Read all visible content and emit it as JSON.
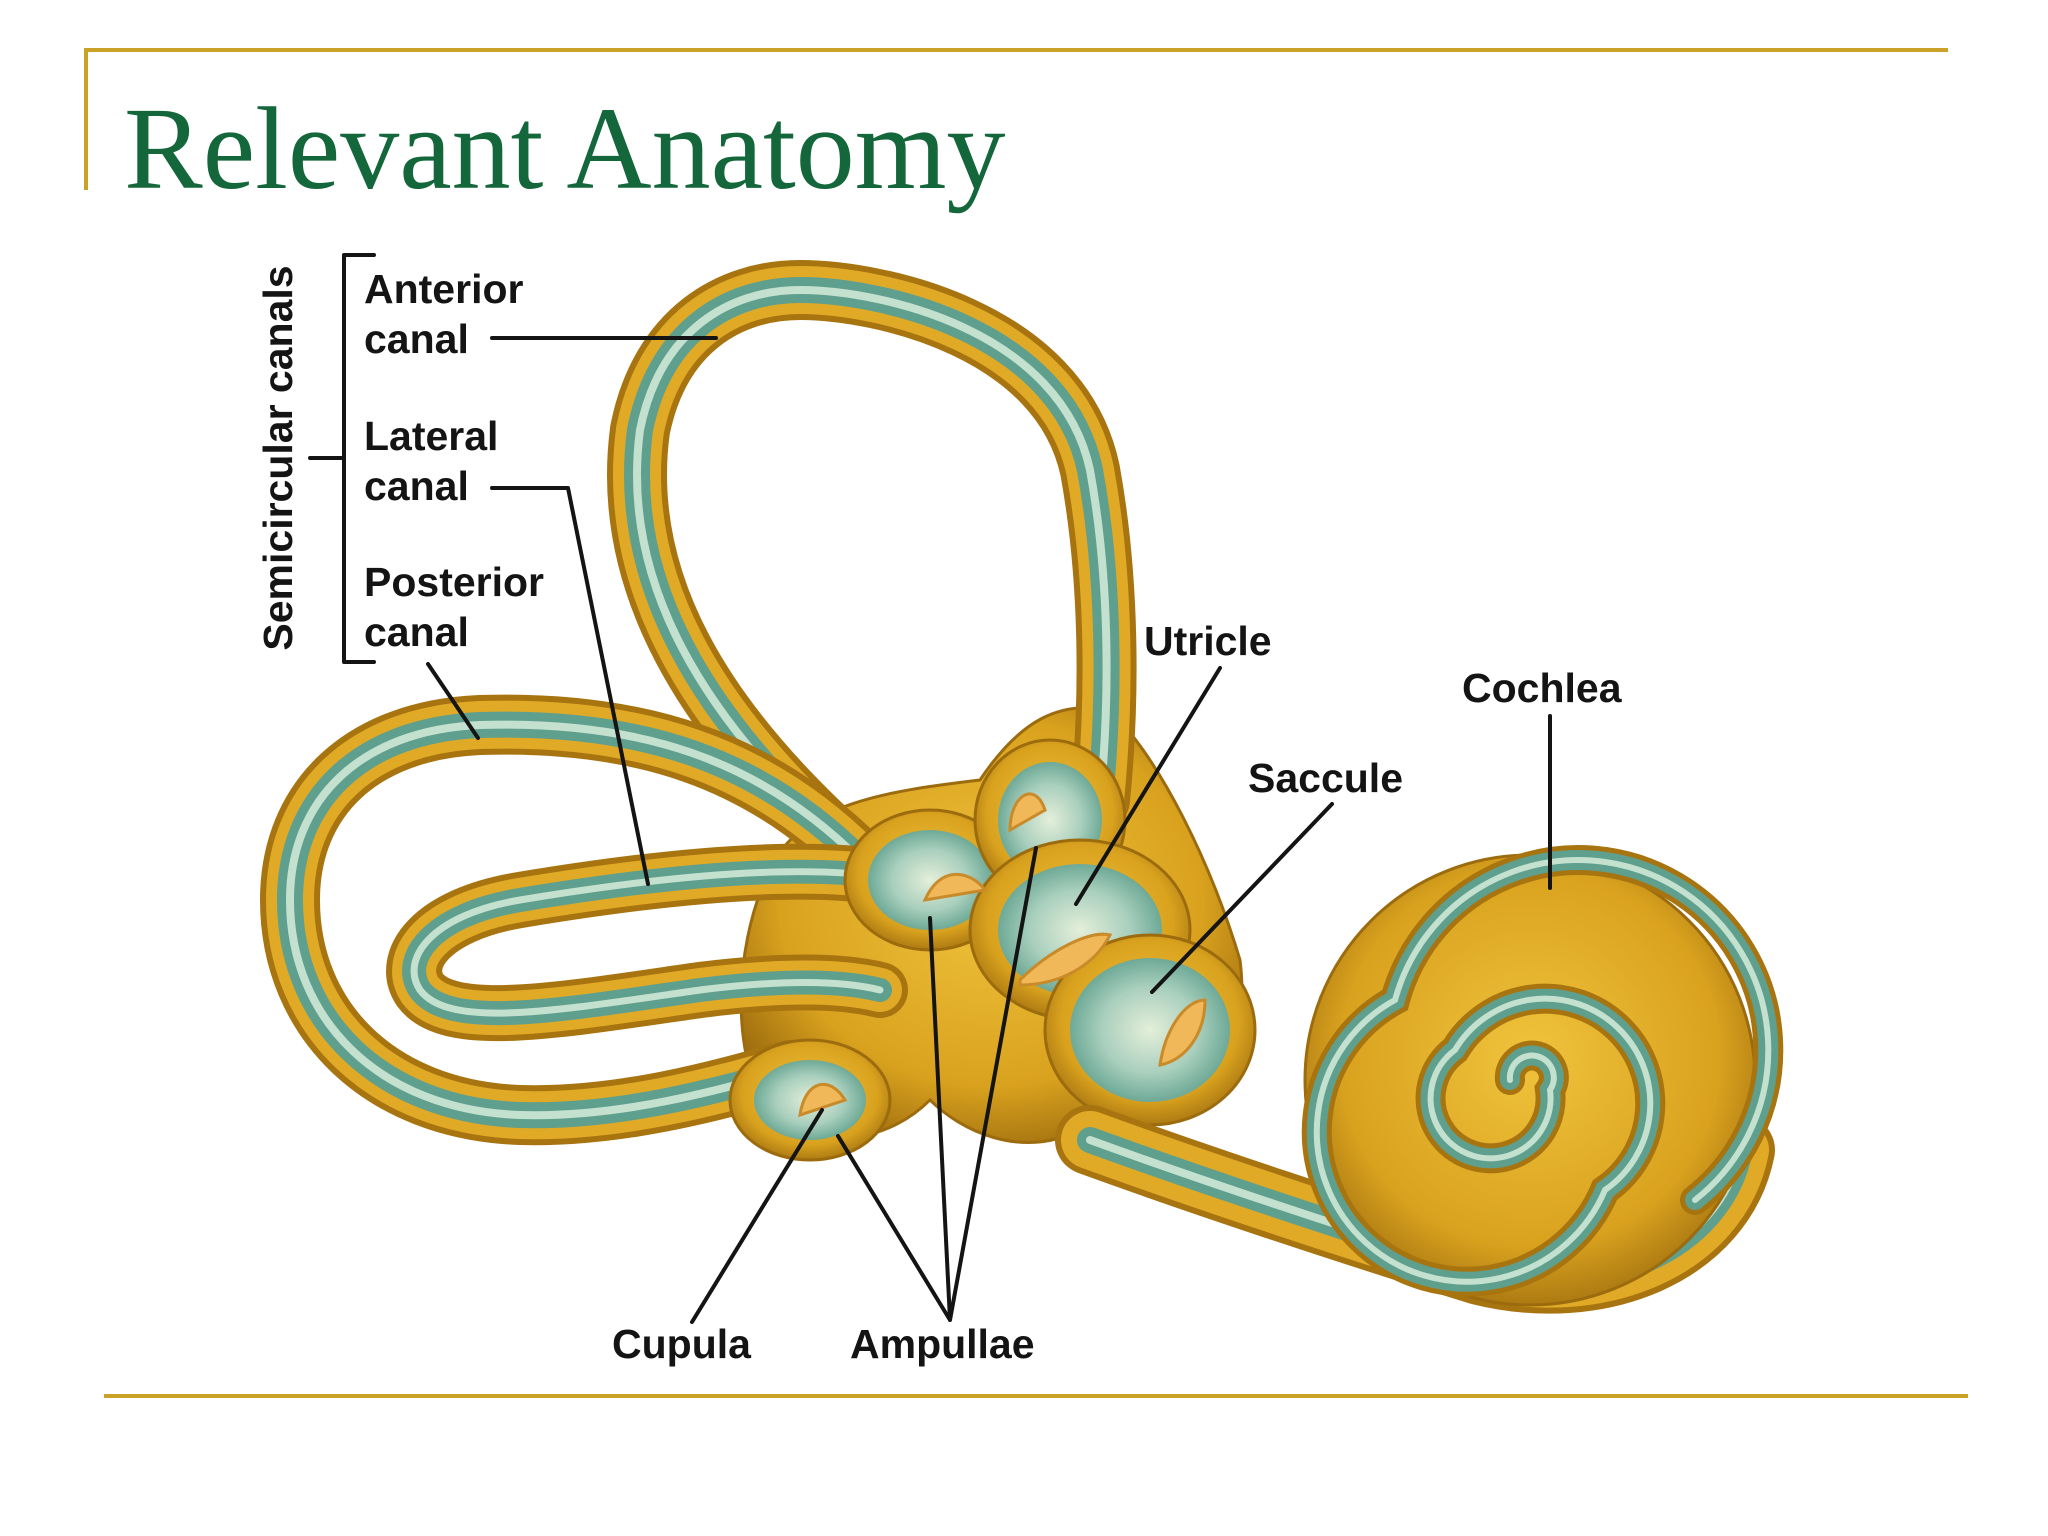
{
  "slide": {
    "title": "Relevant Anatomy",
    "accent_color": "#c9a227",
    "title_color": "#14673a"
  },
  "diagram": {
    "group_label": "Semicircular canals",
    "labels": {
      "anterior_line1": "Anterior",
      "anterior_line2": "canal",
      "lateral_line1": "Lateral",
      "lateral_line2": "canal",
      "posterior_line1": "Posterior",
      "posterior_line2": "canal",
      "utricle": "Utricle",
      "cochlea": "Cochlea",
      "saccule": "Saccule",
      "cupula": "Cupula",
      "ampullae": "Ampullae"
    },
    "colors": {
      "bony_labyrinth": "#d9a21e",
      "bony_labyrinth_dark": "#a87410",
      "membranous_labyrinth": "#6fae9a",
      "membranous_light": "#c4e0cf",
      "cupula": "#f0b858"
    }
  }
}
